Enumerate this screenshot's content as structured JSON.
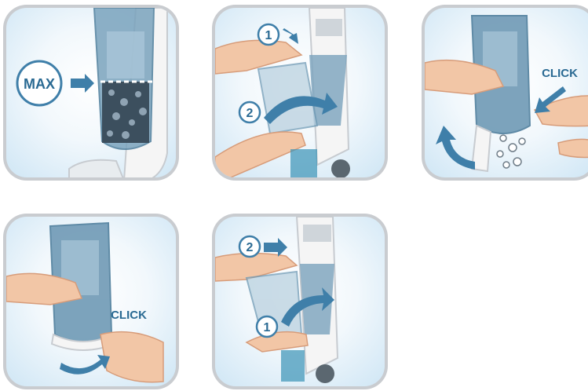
{
  "panels": [
    {
      "id": "step-1",
      "label": "MAX"
    },
    {
      "id": "step-2",
      "markers": [
        "1",
        "2"
      ]
    },
    {
      "id": "step-3",
      "label": "CLICK"
    },
    {
      "id": "step-4",
      "label": "CLICK"
    },
    {
      "id": "step-5",
      "markers": [
        "2",
        "1"
      ]
    }
  ],
  "colors": {
    "accent": "#3f7fa9",
    "container": "#6f9ab5",
    "frame": "#c9ccd0",
    "text": "#2a6a93"
  }
}
